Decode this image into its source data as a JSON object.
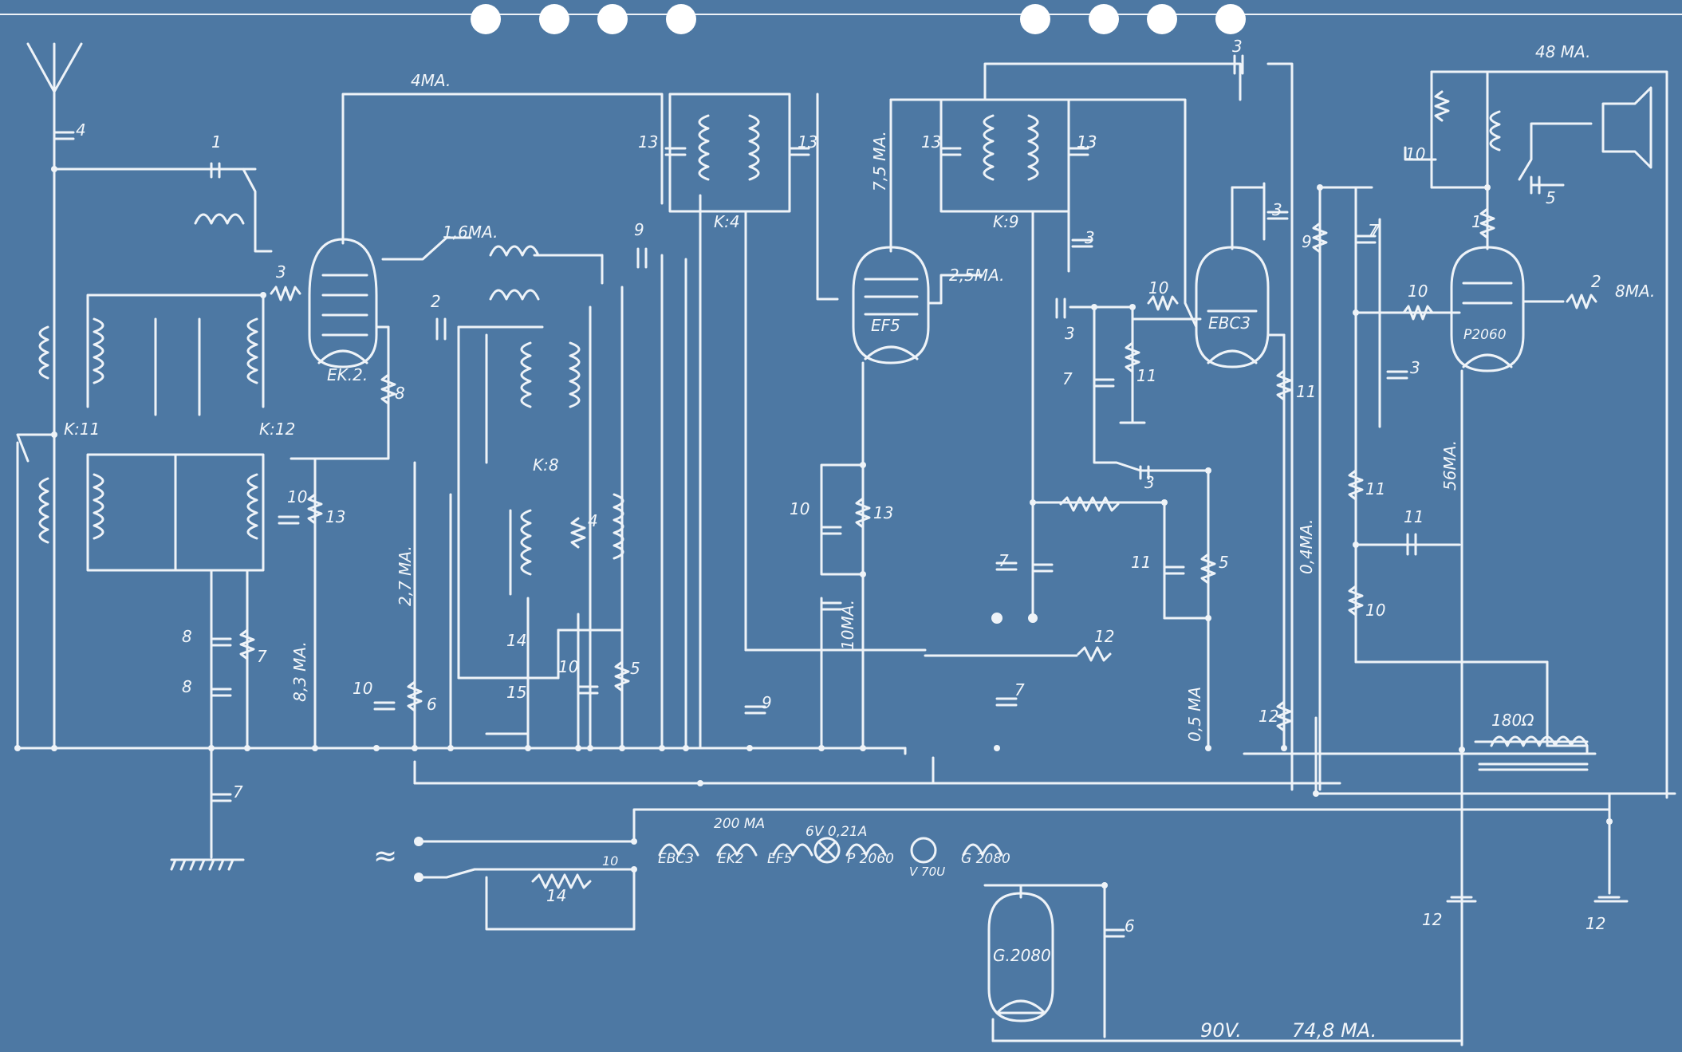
{
  "theme": {
    "background": "#4d78a3",
    "ink": "#eef3f8",
    "hole": "#ffffff"
  },
  "tubes": [
    {
      "id": "t1",
      "label": "EK.2."
    },
    {
      "id": "t2",
      "label": "EF5"
    },
    {
      "id": "t3",
      "label": "EBC3"
    },
    {
      "id": "t4",
      "label": "P2060"
    },
    {
      "id": "t5",
      "label": "G.2080"
    }
  ],
  "transformers": {
    "k11": "K:11",
    "k12": "K:12",
    "k8": "K:8",
    "k4": "K:4",
    "k9": "K:9"
  },
  "currents": {
    "m4": "4MA.",
    "m16": "1,6MA.",
    "m75": "7,5 MA.",
    "m25": "2,5MA.",
    "m48": "48 MA.",
    "m8": "8MA.",
    "m27": "2,7 MA.",
    "m83": "8,3 MA.",
    "m10": "10MA.",
    "m04": "0,4MA.",
    "m05": "0,5 MA",
    "m56": "56MA."
  },
  "resistance": "180Ω",
  "heater_chain": {
    "current": "200 MA",
    "lamp": "6V 0,21A",
    "tubes": [
      "EBC3",
      "EK2",
      "EF5",
      "P 2060",
      "V 70U",
      "G 2080"
    ]
  },
  "footer": {
    "voltage": "90V.",
    "current": "74,8 MA."
  },
  "mains_symbol": "≈",
  "part_labels": {
    "p1": "4",
    "p2": "1",
    "p3": "3",
    "p4": "2",
    "p5": "9",
    "p6": "8",
    "p7": "10",
    "p8": "13",
    "p9": "8",
    "p10": "8",
    "p11": "7",
    "p12": "7",
    "p13": "10",
    "p14": "6",
    "p15": "14",
    "p16": "15",
    "p17": "4",
    "p18": "10",
    "p19": "5",
    "p20": "13",
    "p21": "13",
    "p22": "9",
    "p23": "13",
    "p24": "13",
    "p25": "10",
    "p26": "13",
    "p27": "13",
    "p28": "3",
    "p29": "3",
    "p30": "3",
    "p31": "10",
    "p32": "7",
    "p33": "11",
    "p34": "3",
    "p35": "7",
    "p36": "11",
    "p37": "5",
    "p38": "12",
    "p39": "7",
    "p40": "11",
    "p41": "9",
    "p42": "7",
    "p43": "12",
    "p44": "10",
    "p45": "3",
    "p46": "11",
    "p47": "11",
    "p48": "10",
    "p49": "10",
    "p50": "5",
    "p51": "1",
    "p52": "2",
    "p53": "12",
    "p54": "12",
    "p55": "10",
    "p56": "14",
    "p57": "6",
    "p58": "3",
    "p59": "7"
  }
}
